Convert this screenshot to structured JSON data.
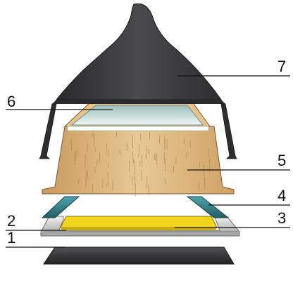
{
  "callouts": [
    {
      "number": "1",
      "part": "bottom-base-layer"
    },
    {
      "number": "2",
      "part": "metal-channel-frame"
    },
    {
      "number": "3",
      "part": "yellow-insert-layer"
    },
    {
      "number": "4",
      "part": "blue-runner-strips"
    },
    {
      "number": "5",
      "part": "wooden-core-block"
    },
    {
      "number": "6",
      "part": "glass-pane"
    },
    {
      "number": "7",
      "part": "dark-peaked-cover"
    }
  ],
  "colors": {
    "cover": "#3c3c3e",
    "cover_edge": "#1f1f21",
    "glass": "#cfe3e0",
    "wood": "#e2c08a",
    "wood_grain": "#b38a55",
    "blue_strip": "#2f7d86",
    "yellow": "#f2d21b",
    "channel": "#c8c8c8",
    "base": "#3a3a3c"
  }
}
